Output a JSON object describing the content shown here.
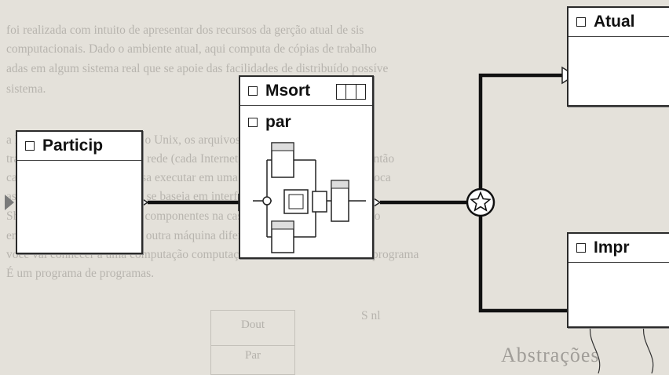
{
  "background_text": {
    "lines": [
      "foi realizada com intuito de apresentar dos recursos da gerção atual de sis",
      "computacionais. Dado o ambiente atual, aqui computa de cópias de trabalho",
      "adas em algum sistema real que se apoie das facilidades de distribuído possíve",
      "sistema.",
      "a Lego/Shell executar sobre o Unix, os arquivos de uma computação são de",
      "transparente, distribuídos na rede (cada Internet, no Unix). Possibilitamos então",
      "cada um dos programas possa executar em uma máquina diferente na rede loca",
      "as tal conceito o mecanismo se baseia em interfaces e sockets). O Lego/",
      "Shell é utilizada um de seus componentes na casa distância de Sunt e Newpo",
      "entrada e saída) também em outra máquina diferente. A relação pode um",
      "você vai conhecer a uma computação computação associado à interface de programa",
      "É um programa de programas."
    ],
    "heading": "Abstrações",
    "table_cells": [
      "Dout",
      "Par"
    ],
    "stray_label": "S nl"
  },
  "components": {
    "particip": {
      "title": "Particip"
    },
    "msort": {
      "title": "Msort",
      "sub_title": "par"
    },
    "atual": {
      "title": "Atual"
    },
    "impr": {
      "title": "Impr"
    }
  },
  "junction": {
    "icon": "star-icon"
  },
  "colors": {
    "box_border": "#2a2a2a",
    "wire": "#111111",
    "paper": "#e4e1da",
    "inbound_arrow": "#7a7a7a"
  }
}
